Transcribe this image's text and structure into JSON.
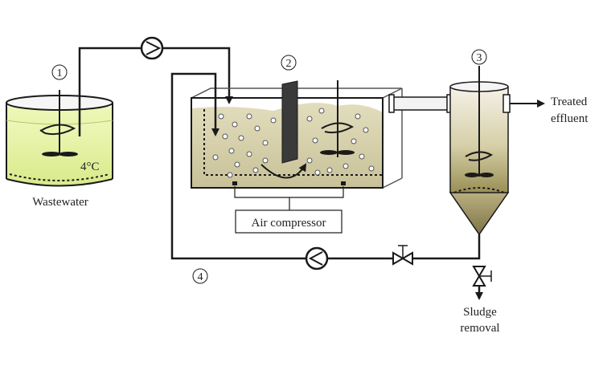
{
  "labels": {
    "num1": "1",
    "num2": "2",
    "num3": "3",
    "num4": "4",
    "temperature": "4°C",
    "wastewater": "Wastewater",
    "air_compressor": "Air compressor",
    "treated_line1": "Treated",
    "treated_line2": "effluent",
    "sludge_line1": "Sludge",
    "sludge_line2": "removal"
  },
  "colors": {
    "line": "#1a1a1a",
    "feed_liquid": "#e2f09e",
    "reactor_liquid": "#d9d3ae",
    "clarifier_gradient_top": "#f4f1e6",
    "clarifier_gradient_bottom": "#9a8f55",
    "sludge_cone": "#9d9364",
    "baffle": "#3a3a3a"
  },
  "icons": [
    "pump-icon",
    "valve-icon",
    "stirrer-icon",
    "air-bubble-icon",
    "arrow-icon"
  ]
}
